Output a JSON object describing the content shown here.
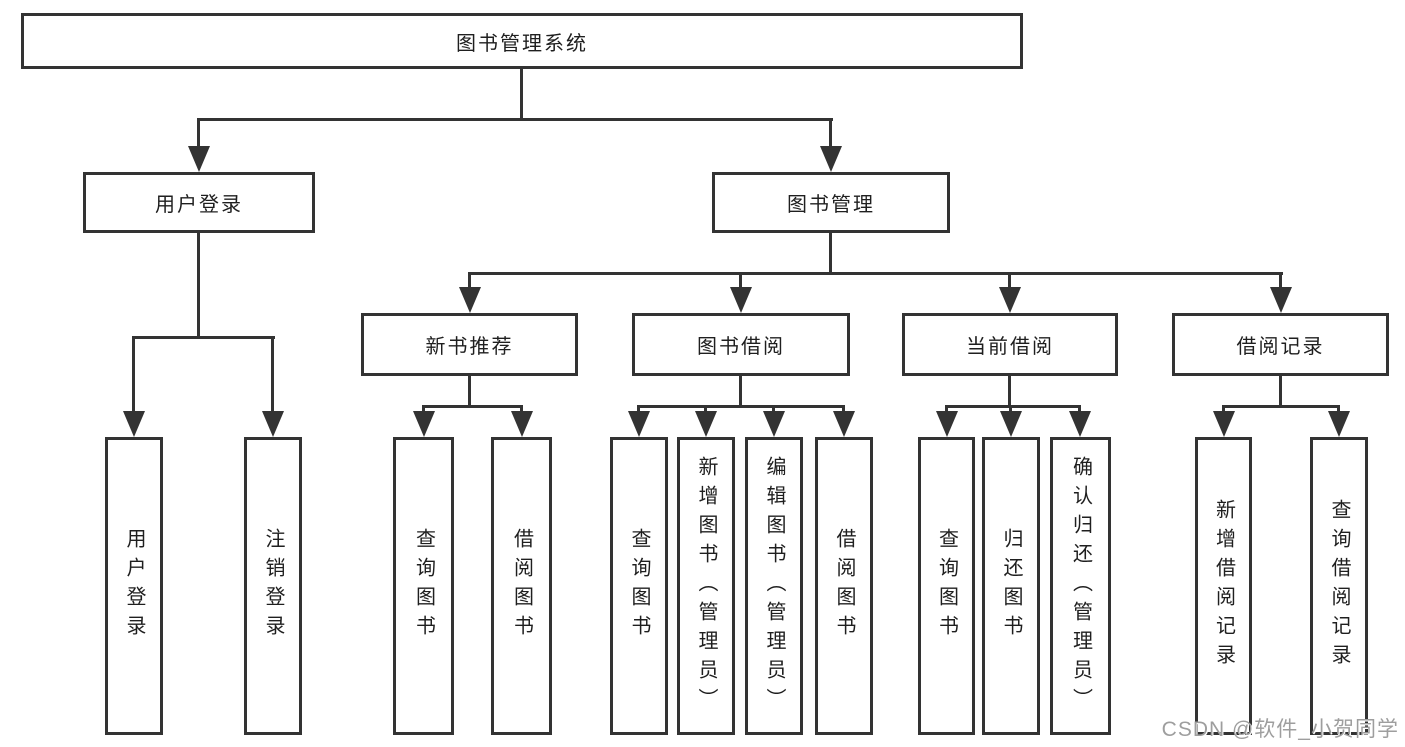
{
  "diagram": {
    "root": {
      "label": "图书管理系统"
    },
    "level2": {
      "user_login": {
        "label": "用户登录"
      },
      "book_management": {
        "label": "图书管理"
      }
    },
    "level3": {
      "new_book_recommend": {
        "label": "新书推荐"
      },
      "book_borrow": {
        "label": "图书借阅"
      },
      "current_borrow": {
        "label": "当前借阅"
      },
      "borrow_record": {
        "label": "借阅记录"
      }
    },
    "leaves": {
      "user_login": [
        "用户登录",
        "注销登录"
      ],
      "new_book_recommend": [
        "查询图书",
        "借阅图书"
      ],
      "book_borrow": [
        "查询图书",
        "新增图书（管理员）",
        "编辑图书（管理员）",
        "借阅图书"
      ],
      "current_borrow": [
        "查询图书",
        "归还图书",
        "确认归还（管理员）"
      ],
      "borrow_record": [
        "新增借阅记录",
        "查询借阅记录"
      ]
    }
  },
  "watermark": "CSDN @软件_小贺同学",
  "colors": {
    "line": "#333333",
    "text": "#1f1f1f",
    "watermark": "#9e9e9e",
    "background": "#ffffff"
  }
}
